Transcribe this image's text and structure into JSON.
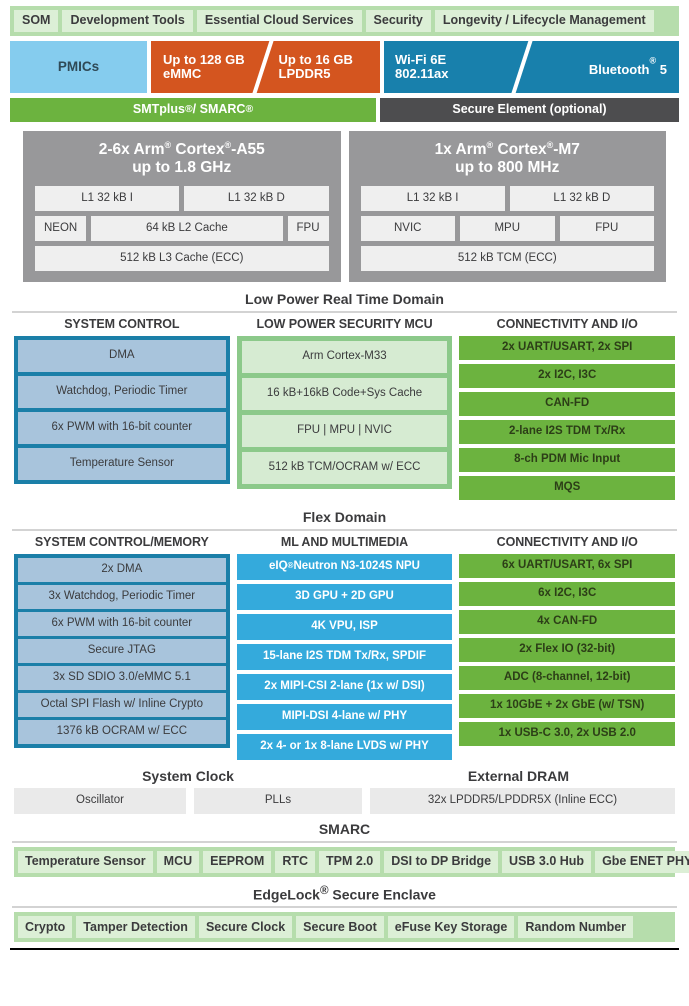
{
  "som_strip": {
    "items": [
      "SOM",
      "Development Tools",
      "Essential Cloud Services",
      "Security",
      "Longevity / Lifecycle Management"
    ],
    "bg": "#B6DDAC",
    "chip_bg": "#DCEFD6"
  },
  "memory_row": {
    "pmics": "PMICs",
    "emmc_left_line1": "Up to 128 GB",
    "emmc_left_line2": "eMMC",
    "emmc_right_line1": "Up to 16 GB",
    "emmc_right_line2": "LPDDR5",
    "wifi_line1": "Wi-Fi 6E",
    "wifi_line2": "802.11ax",
    "bluetooth": "Bluetooth",
    "bluetooth_sup": "®",
    "bluetooth_ver": " 5",
    "colors": {
      "pmics": "#85CCEE",
      "memory": "#D4551F",
      "wireless": "#1880AC"
    }
  },
  "carrier_row": {
    "smtplus": "SMTplus® / SMARC®",
    "secure_element": "Secure Element (optional)",
    "colors": {
      "smtplus": "#6CB33F",
      "secure_element": "#4D4D4F"
    }
  },
  "cpus": [
    {
      "title_line1": "2-6x Arm® Cortex®-A55",
      "title_line2": "up to 1.8 GHz",
      "rows": [
        [
          {
            "label": "L1 32 kB I",
            "span": 1
          },
          {
            "label": "L1 32 kB D",
            "span": 1
          }
        ],
        [
          {
            "label": "NEON",
            "span": 0
          },
          {
            "label": "64 kB L2 Cache",
            "span": 2
          },
          {
            "label": "FPU",
            "span": 0
          }
        ],
        [
          {
            "label": "512 kB L3 Cache (ECC)",
            "span": 1
          }
        ]
      ]
    },
    {
      "title_line1": "1x Arm® Cortex®-M7",
      "title_line2": "up to 800 MHz",
      "rows": [
        [
          {
            "label": "L1 32 kB I",
            "span": 1
          },
          {
            "label": "L1 32 kB D",
            "span": 1
          }
        ],
        [
          {
            "label": "NVIC",
            "span": 1
          },
          {
            "label": "MPU",
            "span": 1
          },
          {
            "label": "FPU",
            "span": 1
          }
        ],
        [
          {
            "label": "512 kB TCM (ECC)",
            "span": 1
          }
        ]
      ]
    }
  ],
  "low_power_domain": {
    "caption": "Low Power Real Time Domain",
    "columns": [
      {
        "heading": "SYSTEM CONTROL",
        "style": "blue",
        "items": [
          "DMA",
          "Watchdog, Periodic Timer",
          "6x PWM with 16-bit counter",
          "Temperature Sensor"
        ]
      },
      {
        "heading": "LOW POWER SECURITY MCU",
        "style": "lgreen",
        "items": [
          "Arm Cortex-M33",
          "16 kB+16kB Code+Sys Cache",
          "FPU | MPU | NVIC",
          "512 kB TCM/OCRAM w/ ECC"
        ]
      },
      {
        "heading": "CONNECTIVITY AND I/O",
        "style": "green",
        "items": [
          "2x UART/USART, 2x SPI",
          "2x I2C, I3C",
          "CAN-FD",
          "2-lane I2S TDM Tx/Rx",
          "8-ch PDM Mic Input",
          "MQS"
        ]
      }
    ]
  },
  "flex_domain": {
    "caption": "Flex Domain",
    "columns": [
      {
        "heading": "SYSTEM CONTROL/MEMORY",
        "style": "blue",
        "items": [
          "2x DMA",
          "3x Watchdog, Periodic Timer",
          "6x PWM with 16-bit counter",
          "Secure JTAG",
          "3x SD SDIO 3.0/eMMC 5.1",
          "Octal SPI Flash w/ Inline Crypto",
          "1376 kB OCRAM w/ ECC"
        ]
      },
      {
        "heading": "ML AND MULTIMEDIA",
        "style": "cyan",
        "items": [
          "eIQ® Neutron N3-1024S NPU",
          "3D GPU + 2D GPU",
          "4K VPU, ISP",
          "15-lane I2S TDM Tx/Rx, SPDIF",
          "2x MIPI-CSI 2-lane (1x w/ DSI)",
          "MIPI-DSI 4-lane w/ PHY",
          "2x 4- or 1x 8-lane LVDS w/ PHY"
        ]
      },
      {
        "heading": "CONNECTIVITY AND I/O",
        "style": "green",
        "items": [
          "6x UART/USART, 6x SPI",
          "6x I2C, I3C",
          "4x CAN-FD",
          "2x Flex IO (32-bit)",
          "ADC (8-channel, 12-bit)",
          "1x 10GbE + 2x GbE (w/ TSN)",
          "1x USB-C 3.0, 2x USB 2.0"
        ]
      }
    ]
  },
  "clock_dram": {
    "system_clock_heading": "System Clock",
    "external_dram_heading": "External DRAM",
    "oscillator": "Oscillator",
    "plls": "PLLs",
    "dram": "32x LPDDR5/LPDDR5X (Inline ECC)"
  },
  "smarc": {
    "caption": "SMARC",
    "items": [
      "Temperature Sensor",
      "MCU",
      "EEPROM",
      "RTC",
      "TPM 2.0",
      "DSI to DP Bridge",
      "USB 3.0 Hub",
      "Gbe ENET PHY"
    ]
  },
  "edgelock": {
    "caption": "EdgeLock® Secure Enclave",
    "items": [
      "Crypto",
      "Tamper Detection",
      "Secure Clock",
      "Secure Boot",
      "eFuse Key Storage",
      "Random Number"
    ]
  }
}
